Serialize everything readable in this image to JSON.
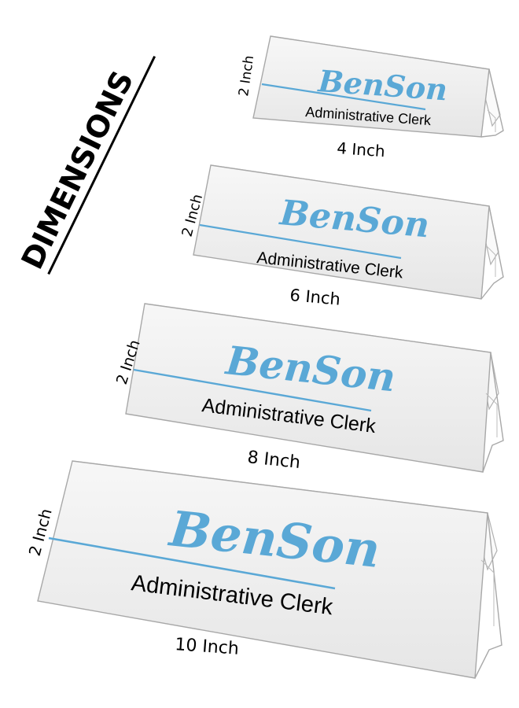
{
  "heading": "DIMENSIONS",
  "colors": {
    "accent": "#5aa8d6",
    "text": "#000000",
    "acrylic_face": "#efefef",
    "acrylic_edge": "#a8a8a8"
  },
  "signs": [
    {
      "name": "BenSon",
      "title": "Administrative Clerk",
      "height_label": "2 Inch",
      "width_label": "4 Inch"
    },
    {
      "name": "BenSon",
      "title": "Administrative Clerk",
      "height_label": "2 Inch",
      "width_label": "6 Inch"
    },
    {
      "name": "BenSon",
      "title": "Administrative Clerk",
      "height_label": "2 Inch",
      "width_label": "8 Inch"
    },
    {
      "name": "BenSon",
      "title": "Administrative Clerk",
      "height_label": "2 Inch",
      "width_label": "10 Inch"
    }
  ]
}
